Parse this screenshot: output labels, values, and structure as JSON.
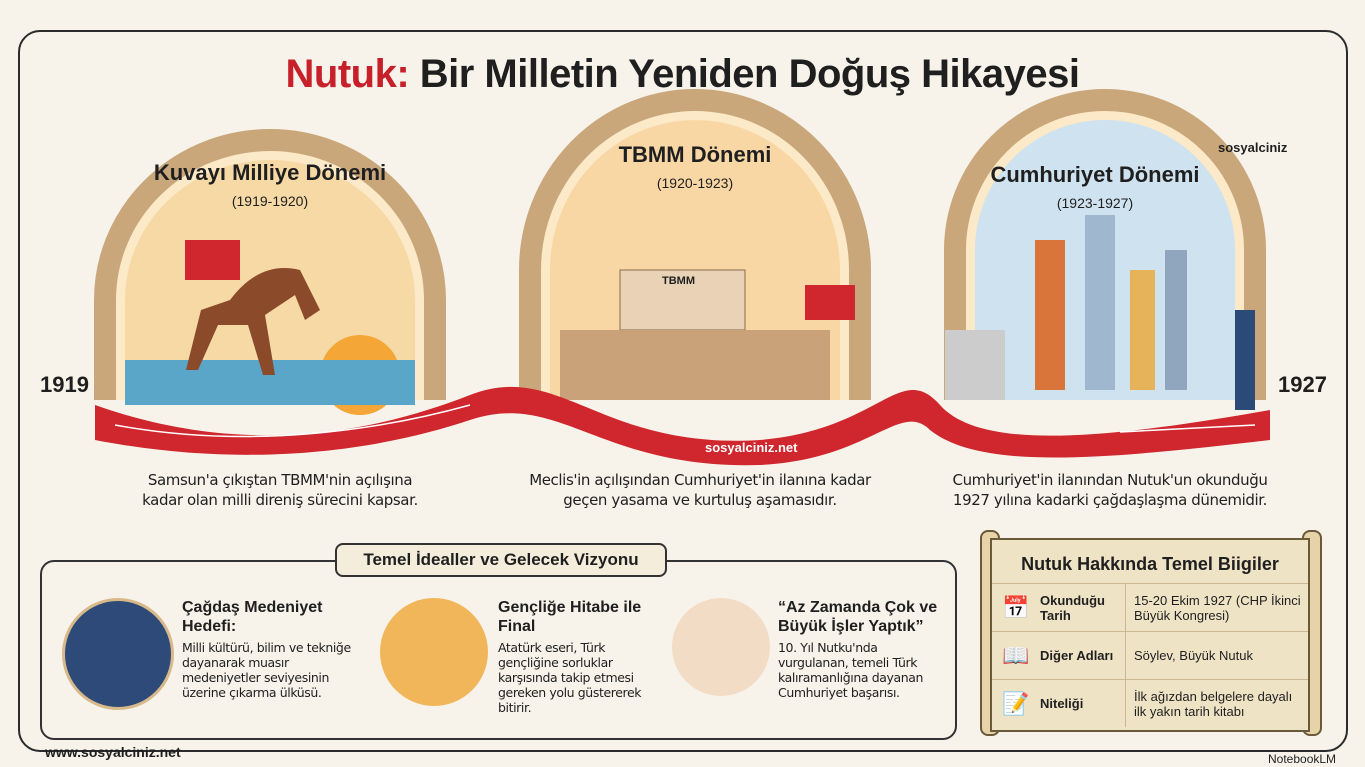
{
  "title": {
    "prefix": "Nutuk:",
    "rest": " Bir Milletin Yeniden Doğuş Hikayesi"
  },
  "colors": {
    "accent": "#c8202a",
    "background": "#f7f3ea",
    "scroll": "#efe3c6"
  },
  "timeline": {
    "start_year": "1919",
    "end_year": "1927"
  },
  "eras": [
    {
      "title": "Kuvayı Milliye Dönemi",
      "range": "(1919-1920)",
      "description_1": "Samsun'a çıkıştan TBMM'nin açılışına",
      "description_2": "kadar olan milli direniş sürecini kapsar.",
      "icons": [
        "ship-icon",
        "building-icon"
      ]
    },
    {
      "title": "TBMM Dönemi",
      "range": "(1920-1923)",
      "building_label": "TBMM",
      "description_1": "Meclis'in açılışından Cumhuriyet'in ilanına kadar",
      "description_2": "geçen yasama ve kurtuluş aşamasıdır.",
      "icons": [
        "gavel-icon",
        "shield-icon"
      ]
    },
    {
      "title": "Cumhuriyet Dönemi",
      "range": "(1923-1927)",
      "description_1": "Cumhuriyet'in ilanından Nutuk'un okunduğu",
      "description_2": "1927 yılına kadarki çağdaşlaşma dünemidir.",
      "icons": [
        "book-icon",
        "reader-icon"
      ]
    }
  ],
  "ideals": {
    "header": "Temel İdealler ve Gelecek Vizyonu",
    "items": [
      {
        "title": "Çağdaş Medeniyet Hedefi:",
        "text": "Milli kültürü, bilim ve tekniğe dayanarak muasır medeniyetler seviyesinin üzerine çıkarma ülküsü.",
        "icon": "lighthouse-icon"
      },
      {
        "title": "Gençliğe Hitabe ile Final",
        "text": "Atatürk eseri, Türk gençliğine sorluklar karşısında takip etmesi gereken yolu güstererek bitirir.",
        "icon": "open-book-quill-icon"
      },
      {
        "title": "“Az Zamanda Çok ve Büyük İşler Yaptık”",
        "text": "10. Yıl Nutku'nda vurgulanan, temeli Türk kalıramanlığına dayanan Cumhuriyet başarısı.",
        "icon": "megaphone-icon"
      }
    ]
  },
  "facts": {
    "header": "Nutuk Hakkında Temel Biigiler",
    "rows": [
      {
        "key": "Okunduğu Tarih",
        "value": "15-20 Ekim 1927 (CHP İkinci Büyük Kongresi)",
        "icon": "calendar-icon"
      },
      {
        "key": "Diğer Adları",
        "value": "Söylev, Büyük Nutuk",
        "icon": "book-icon"
      },
      {
        "key": "Niteliği",
        "value": "İlk ağızdan belgelere dayalı ilk yakın tarih kitabı",
        "icon": "document-pen-icon"
      }
    ]
  },
  "watermarks": {
    "top": "sosyalciniz",
    "middle": "sosyalciniz.net",
    "bottom": "www.sosyalciniz.net",
    "brand": "NotebookLM"
  }
}
